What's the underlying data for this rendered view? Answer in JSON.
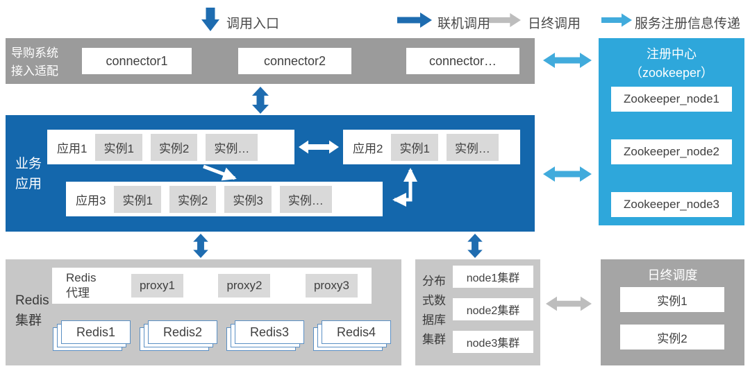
{
  "legend": {
    "call_entry": "调用入口",
    "online_call": "联机调用",
    "day_end_call": "日终调用",
    "service_registration": "服务注册信息传递"
  },
  "connector_band": {
    "label": "导购系统\n接入适配",
    "connectors": [
      "connector1",
      "connector2",
      "connector…"
    ]
  },
  "registry_panel": {
    "title": "注册中心\n（zookeeper）",
    "nodes": [
      "Zookeeper_node1",
      "Zookeeper_node2",
      "Zookeeper_node3"
    ]
  },
  "business_band": {
    "label": "业务\n应用",
    "app1": {
      "label": "应用1",
      "instances": [
        "实例1",
        "实例2",
        "实例…"
      ]
    },
    "app2": {
      "label": "应用2",
      "instances": [
        "实例1",
        "实例…"
      ]
    },
    "app3": {
      "label": "应用3",
      "instances": [
        "实例1",
        "实例2",
        "实例3",
        "实例…"
      ]
    }
  },
  "redis_band": {
    "label": "Redis\n集群",
    "proxy_label": "Redis\n代理",
    "proxies": [
      "proxy1",
      "proxy2",
      "proxy3"
    ],
    "nodes": [
      "Redis1",
      "Redis2",
      "Redis3",
      "Redis4"
    ]
  },
  "db_band": {
    "label": "分布\n式数\n据库\n集群",
    "nodes": [
      "node1集群",
      "node2集群",
      "node3集群"
    ]
  },
  "dayend_panel": {
    "title": "日终调度",
    "instances": [
      "实例1",
      "实例2"
    ]
  },
  "colors": {
    "primary_blue": "#1e6cb0",
    "business_band_blue": "#1467ac",
    "registry_light_blue": "#2ea7db",
    "arrow_light_blue": "#41abdc",
    "top_band_gray": "#9b9b9b",
    "bottom_band_gray": "#c7c7c7",
    "dayend_panel_gray": "#a5a5a5",
    "arrow_gray": "#bdbdbd",
    "instance_chip_gray": "#d9d9d9",
    "arrow_white": "#ffffff"
  }
}
